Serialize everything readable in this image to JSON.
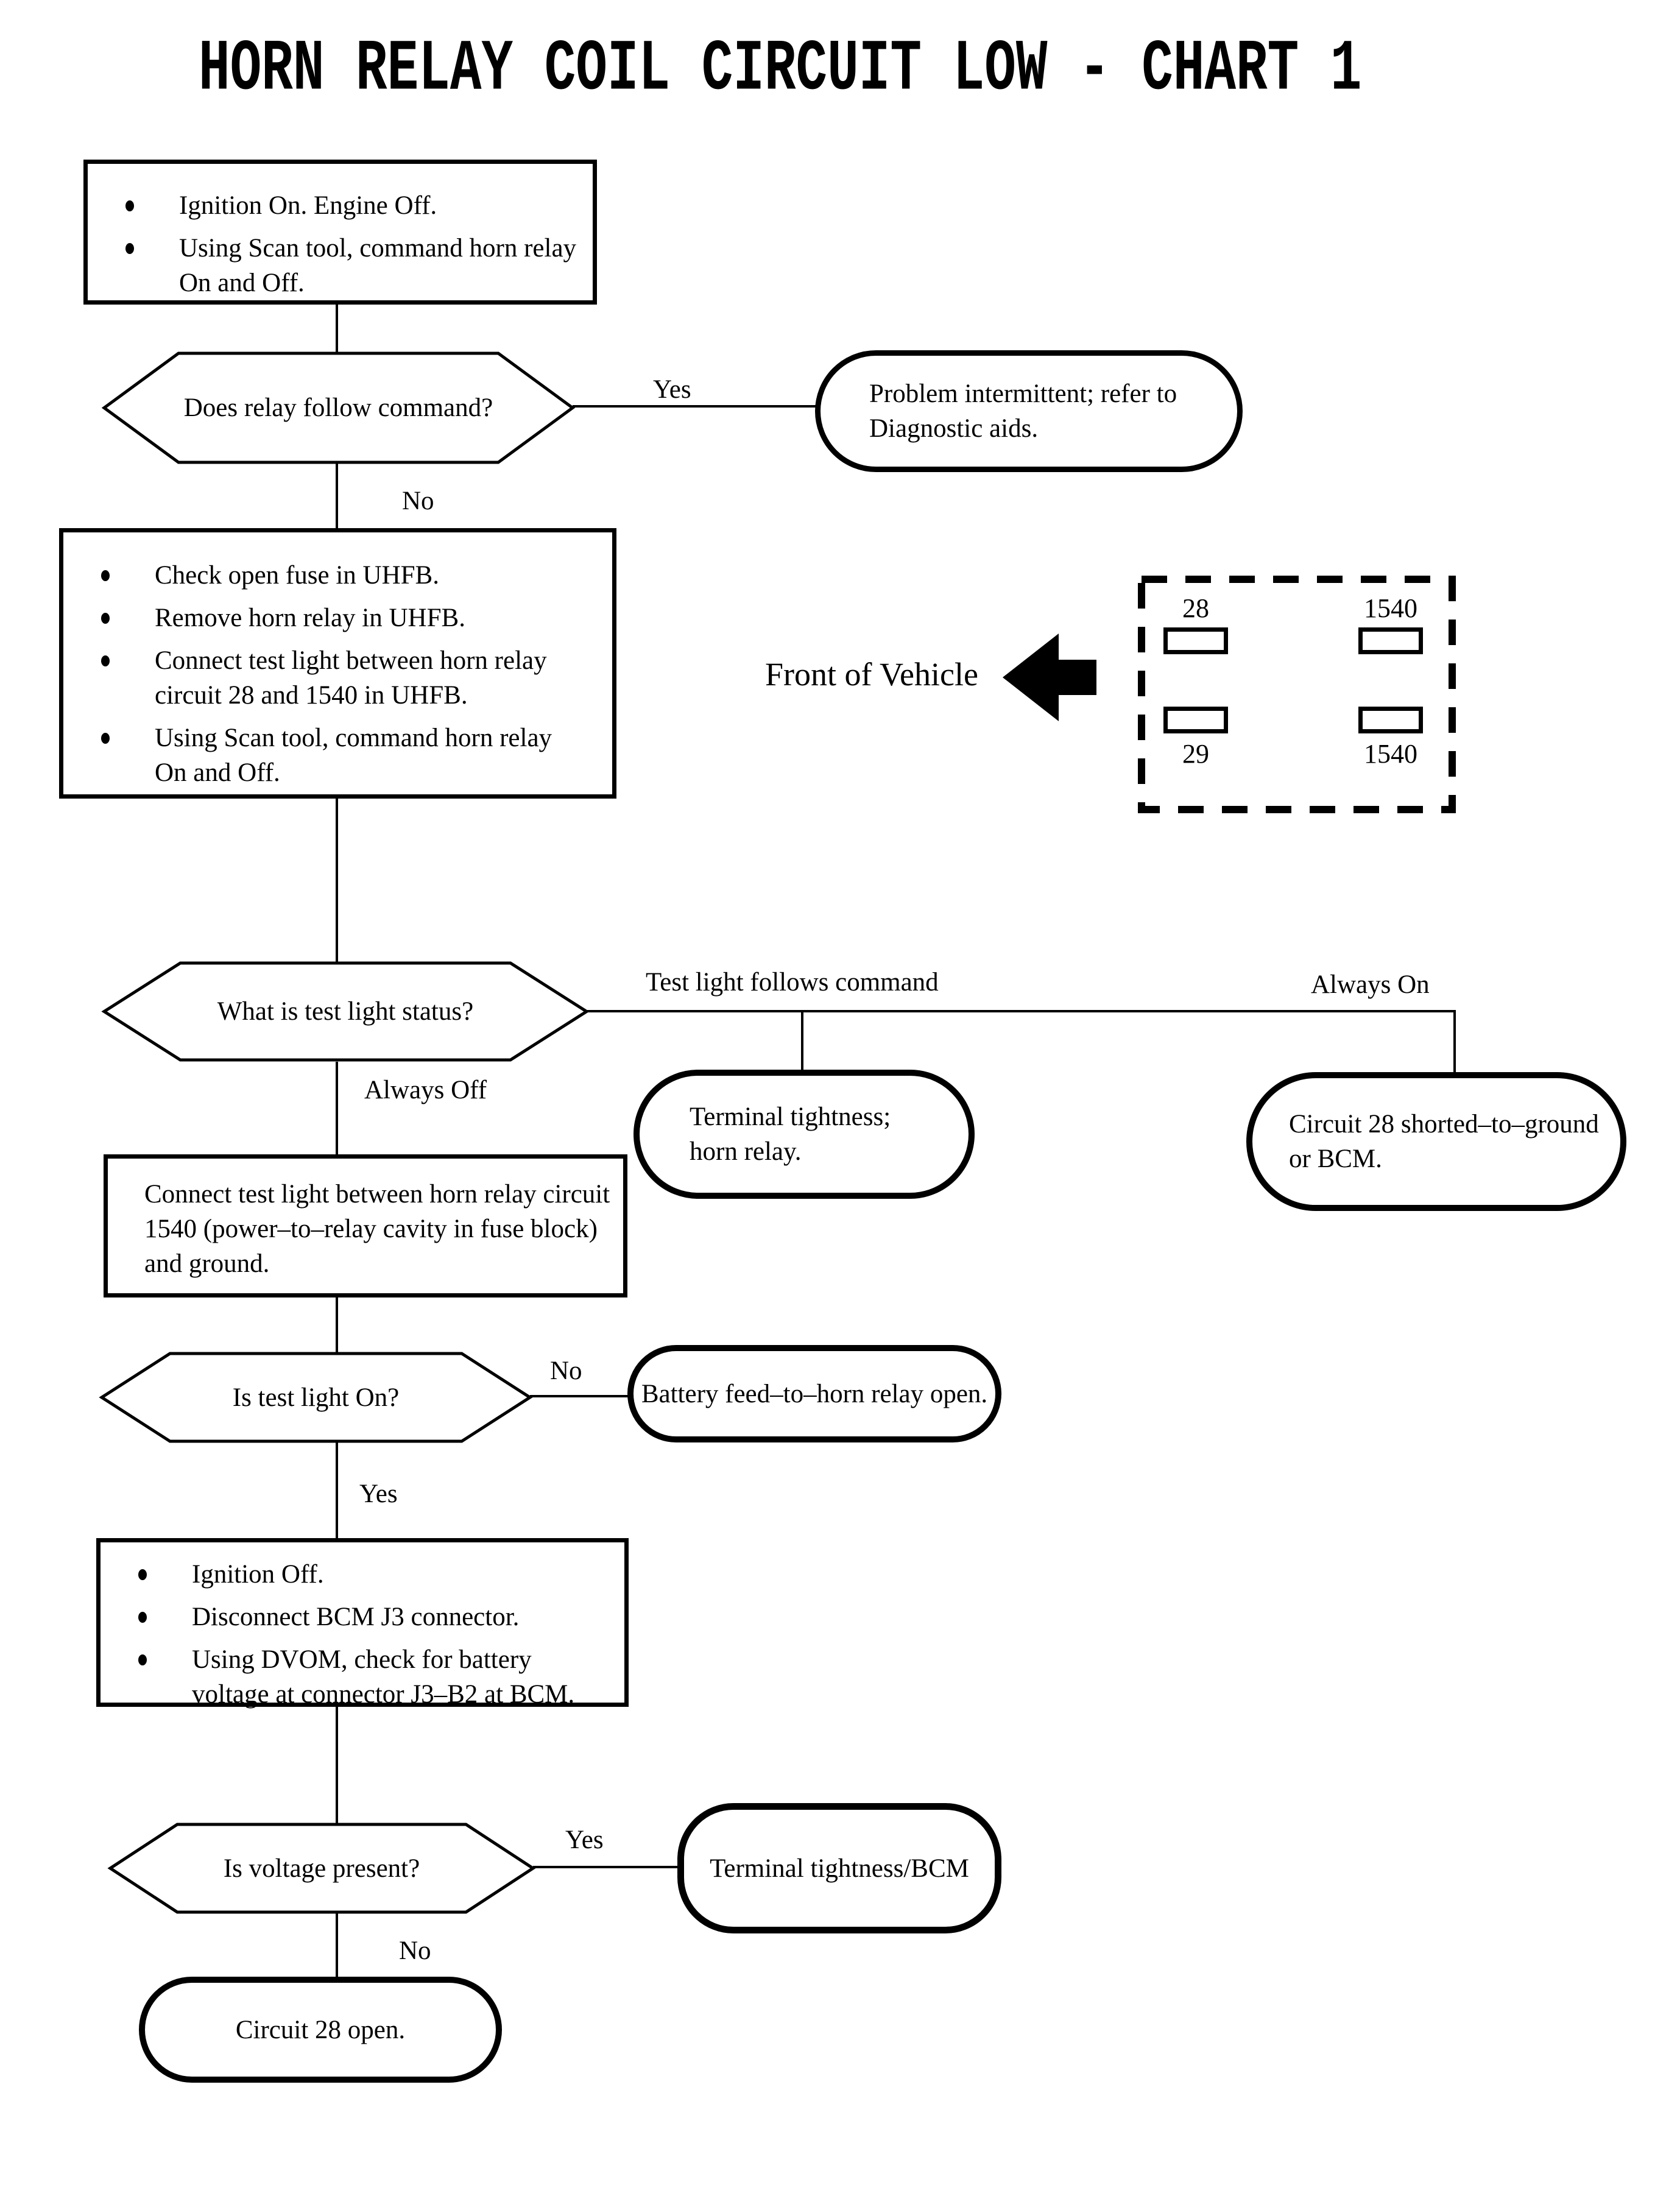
{
  "title": "HORN RELAY COIL CIRCUIT LOW - CHART 1",
  "boxes": {
    "step1": {
      "bullets": [
        [
          "Ignition On. Engine Off."
        ],
        [
          "Using Scan tool, command horn relay",
          "On and Off."
        ]
      ]
    },
    "step2": {
      "bullets": [
        [
          "Check open fuse in UHFB."
        ],
        [
          "Remove horn relay in UHFB."
        ],
        [
          "Connect test light between horn relay",
          "circuit 28 and 1540 in UHFB."
        ],
        [
          "Using Scan tool, command horn relay",
          "On and Off."
        ]
      ]
    },
    "step3": {
      "lines": [
        "Connect test light between horn relay circuit",
        "1540 (power–to–relay cavity in fuse block)",
        "and ground."
      ]
    },
    "step4": {
      "bullets": [
        [
          "Ignition Off."
        ],
        [
          "Disconnect BCM J3 connector."
        ],
        [
          "Using DVOM, check for battery",
          "voltage at connector J3–B2 at BCM."
        ]
      ]
    }
  },
  "decisions": {
    "relay_follows": "Does relay follow command?",
    "test_light_status": "What is test light status?",
    "test_light_on": "Is test light On?",
    "voltage_present": "Is voltage present?"
  },
  "terminals": {
    "problem_intermittent": {
      "lines": [
        "Problem intermittent; refer to",
        "Diagnostic aids."
      ]
    },
    "terminal_tightness_relay": {
      "lines": [
        "Terminal tightness;",
        "horn relay."
      ]
    },
    "circuit28_shorted": {
      "lines": [
        "Circuit 28 shorted–to–ground",
        "or BCM."
      ]
    },
    "battery_feed_open": {
      "lines": [
        "Battery feed–to–horn relay open."
      ]
    },
    "terminal_tightness_bcm": {
      "lines": [
        "Terminal tightness/BCM"
      ]
    },
    "circuit28_open": {
      "lines": [
        "Circuit 28 open."
      ]
    }
  },
  "branch_labels": {
    "relay_follows_yes": "Yes",
    "relay_follows_no": "No",
    "status_follows_command": "Test light follows command",
    "status_always_on": "Always On",
    "status_always_off": "Always Off",
    "test_light_no": "No",
    "test_light_yes": "Yes",
    "voltage_yes": "Yes",
    "voltage_no": "No"
  },
  "relay_diagram": {
    "front_label": "Front of Vehicle",
    "cavity_labels": {
      "top_left": "28",
      "top_right": "1540",
      "bottom_left": "29",
      "bottom_right": "1540"
    }
  },
  "colors": {
    "ink": "#000000",
    "background": "#ffffff"
  }
}
